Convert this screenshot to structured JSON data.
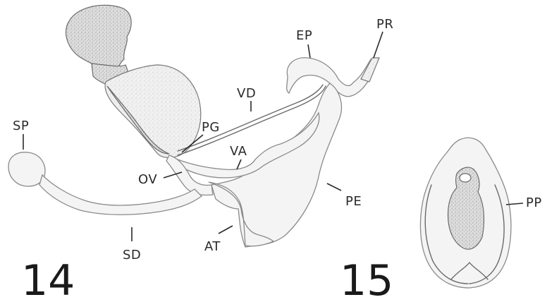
{
  "figures": [
    {
      "id": "fig14",
      "number": "14"
    },
    {
      "id": "fig15",
      "number": "15"
    }
  ],
  "labels": {
    "ep": "EP",
    "pr": "PR",
    "vd": "VD",
    "sp": "SP",
    "pg": "PG",
    "va": "VA",
    "ov": "OV",
    "pe": "PE",
    "at": "AT",
    "sd": "SD",
    "pp": "PP"
  }
}
